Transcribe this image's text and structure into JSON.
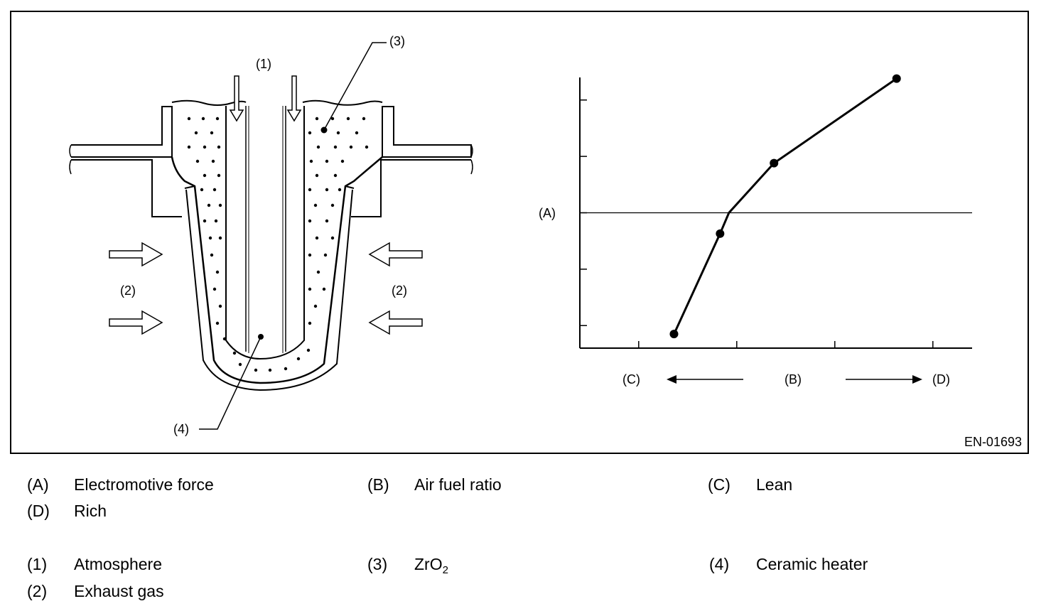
{
  "figure": {
    "code": "EN-01693",
    "diagram_labels": {
      "atmosphere": "(1)",
      "zro2": "(3)",
      "exhaust_left": "(2)",
      "exhaust_right": "(2)",
      "heater": "(4)"
    },
    "graph_labels": {
      "y_axis": "(A)",
      "lean": "(C)",
      "air_fuel": "(B)",
      "rich": "(D)"
    }
  },
  "chart_data": {
    "type": "line",
    "title": "",
    "xlabel": "(B)",
    "ylabel": "(A)",
    "x_left_label": "(C)",
    "x_right_label": "(D)",
    "xlim": [
      0,
      4
    ],
    "ylim": [
      -2.4,
      2.4
    ],
    "x_ticks": [
      0.6,
      1.6,
      2.6,
      3.6
    ],
    "y_ticks": [
      -2,
      -1,
      0,
      1,
      2
    ],
    "reference_line_y": 0,
    "points": [
      {
        "x": 0.96,
        "y": -2.15
      },
      {
        "x": 1.43,
        "y": -0.37
      },
      {
        "x": 1.52,
        "y": 0.0
      },
      {
        "x": 1.98,
        "y": 0.88
      },
      {
        "x": 3.23,
        "y": 2.38
      }
    ],
    "markers": [
      0,
      1,
      3,
      4
    ]
  },
  "legend": [
    {
      "key": "(A)",
      "text": "Electromotive force"
    },
    {
      "key": "(B)",
      "text": "Air fuel ratio"
    },
    {
      "key": "(C)",
      "text": "Lean"
    },
    {
      "key": "(D)",
      "text": "Rich"
    },
    {
      "key": "(1)",
      "text": "Atmosphere"
    },
    {
      "key": "(3)",
      "text": "ZrO",
      "sub": "2"
    },
    {
      "key": "(4)",
      "text": "Ceramic heater"
    },
    {
      "key": "(2)",
      "text": "Exhaust gas"
    }
  ]
}
